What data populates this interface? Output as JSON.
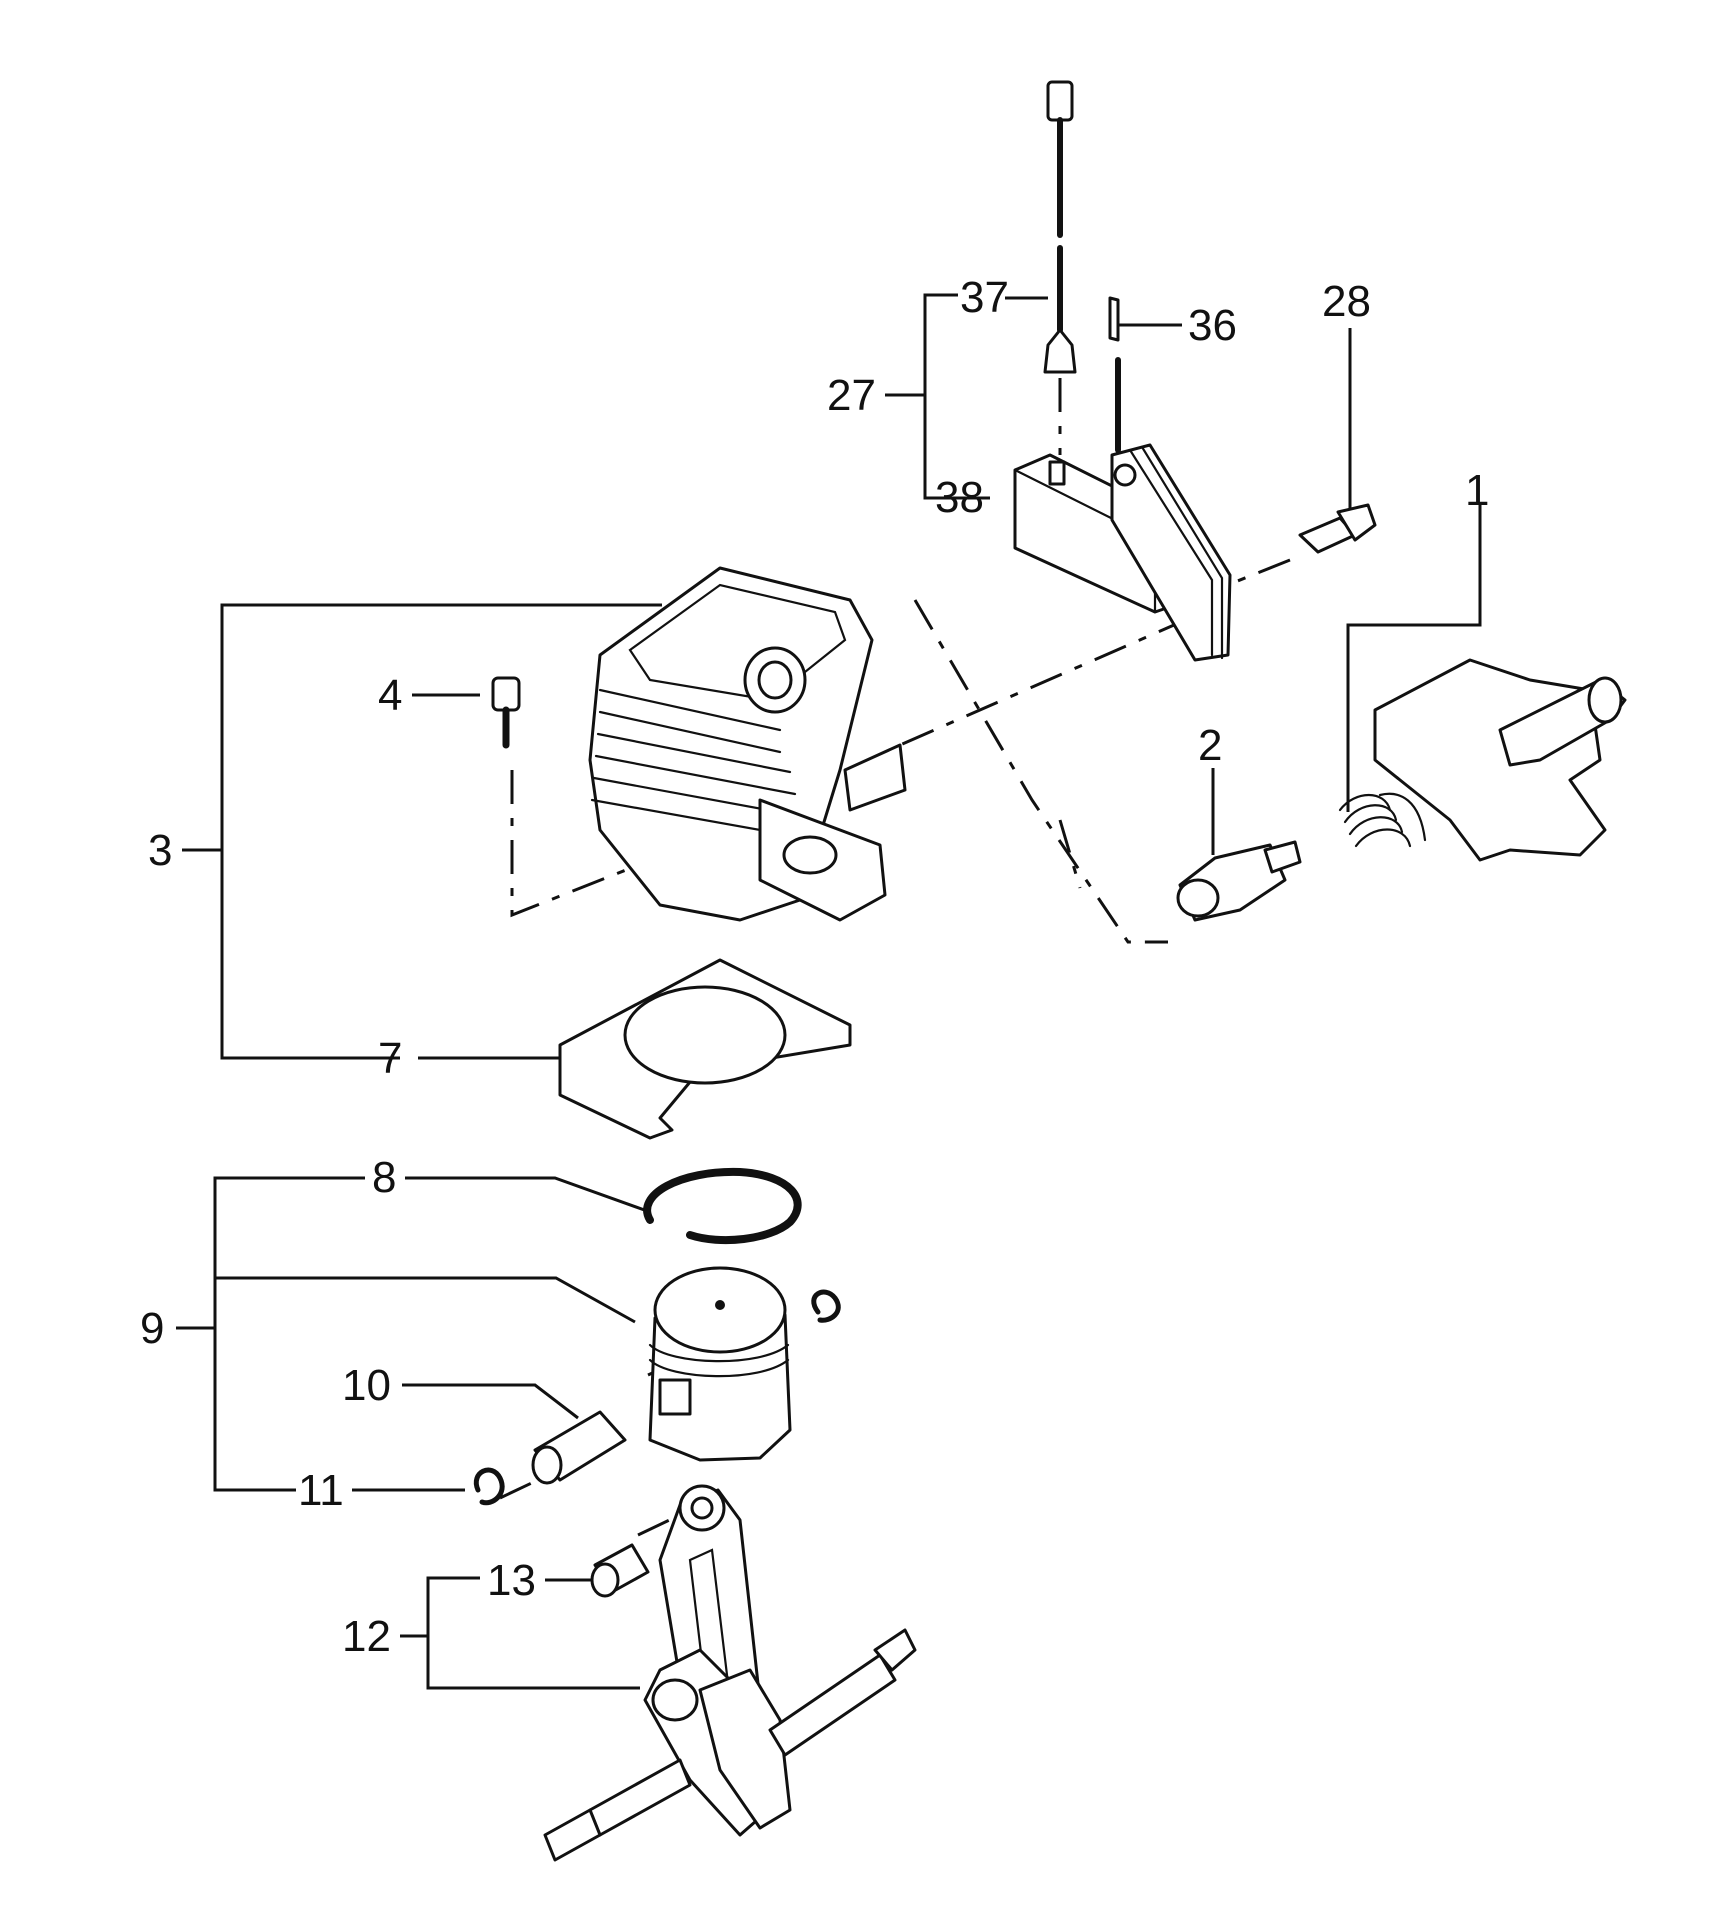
{
  "callouts": [
    {
      "id": "p1",
      "label": "1"
    },
    {
      "id": "p2",
      "label": "2"
    },
    {
      "id": "p3",
      "label": "3"
    },
    {
      "id": "p4",
      "label": "4"
    },
    {
      "id": "p7",
      "label": "7"
    },
    {
      "id": "p8",
      "label": "8"
    },
    {
      "id": "p9",
      "label": "9"
    },
    {
      "id": "p10",
      "label": "10"
    },
    {
      "id": "p11",
      "label": "11"
    },
    {
      "id": "p12",
      "label": "12"
    },
    {
      "id": "p13",
      "label": "13"
    },
    {
      "id": "p27",
      "label": "27"
    },
    {
      "id": "p28",
      "label": "28"
    },
    {
      "id": "p36",
      "label": "36"
    },
    {
      "id": "p37",
      "label": "37"
    },
    {
      "id": "p38",
      "label": "38"
    }
  ]
}
